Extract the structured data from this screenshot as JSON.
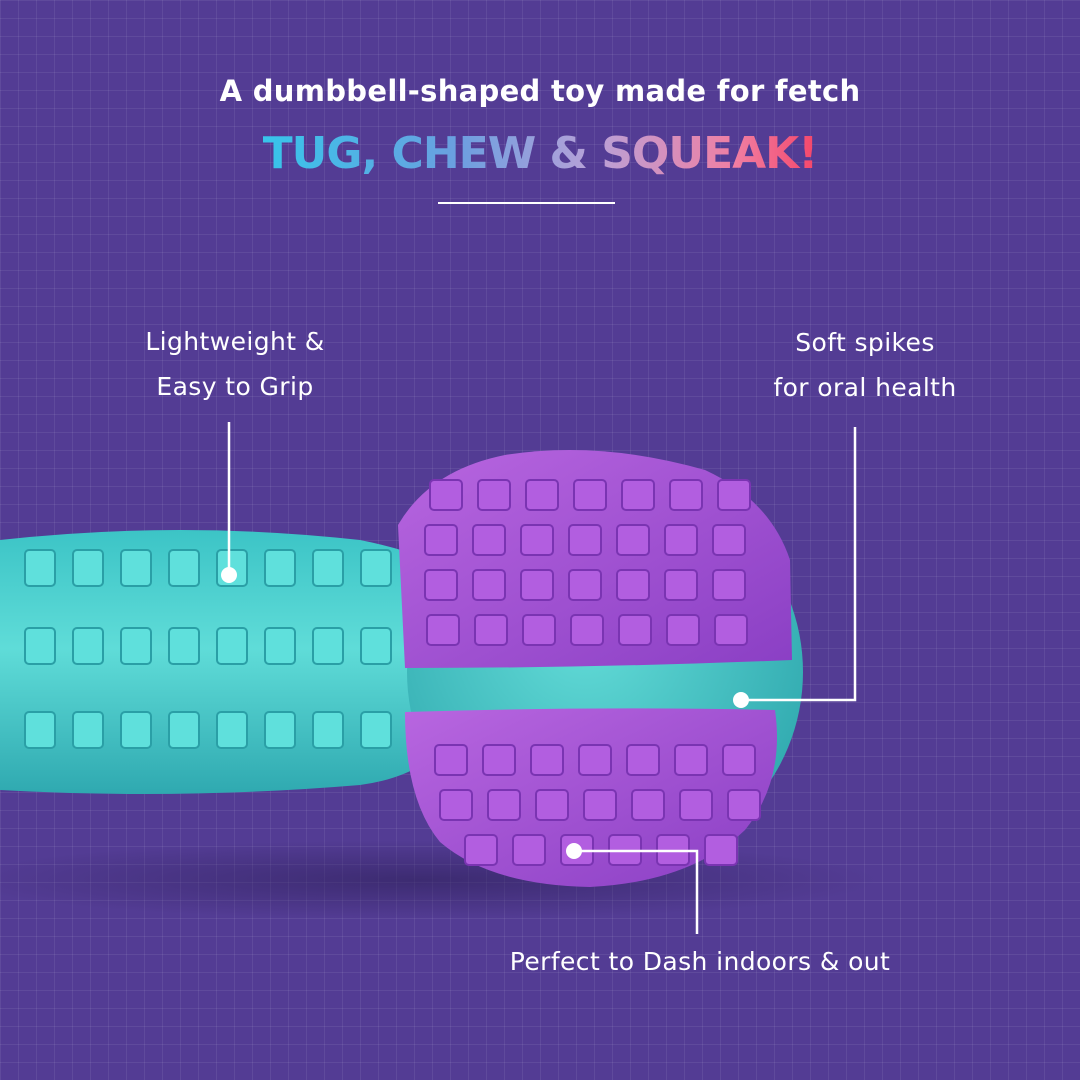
{
  "header": {
    "subtitle": "A dumbbell-shaped toy made for fetch",
    "headline": "TUG, CHEW & SQUEAK!"
  },
  "callouts": {
    "grip": {
      "line1": "Lightweight &",
      "line2": "Easy to Grip"
    },
    "spikes": {
      "line1": "Soft spikes",
      "line2": "for oral health"
    },
    "dash": {
      "line1": "Perfect to Dash indoors & out"
    }
  },
  "colors": {
    "background": "#533c94",
    "toy_teal": "#4fd1cf",
    "toy_purple": "#a34fd4",
    "headline_gradient": [
      "#37c5ea",
      "#b9a1d7",
      "#f4466a"
    ]
  }
}
